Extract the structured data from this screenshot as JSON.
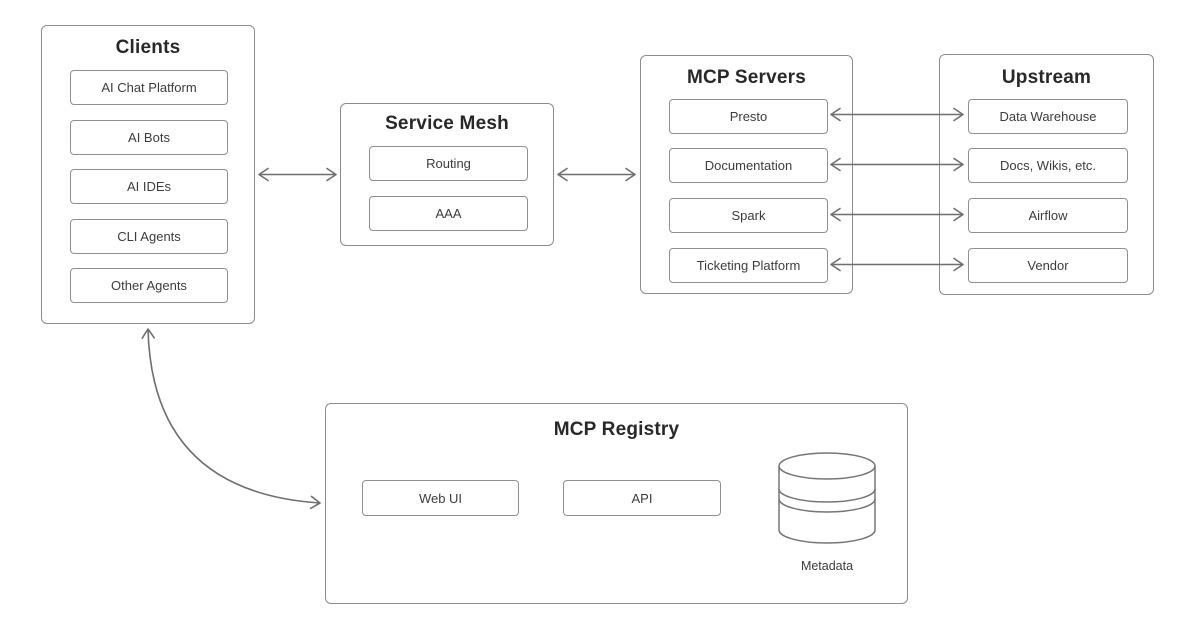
{
  "canvas": {
    "background": "#ffffff",
    "box_border_color": "#8c8c8c",
    "arrow_color": "#6f6f6f",
    "title_color": "#282828",
    "label_color": "#3c3c3c"
  },
  "groups": {
    "clients": {
      "title": "Clients",
      "items": [
        "AI Chat Platform",
        "AI Bots",
        "AI IDEs",
        "CLI Agents",
        "Other Agents"
      ]
    },
    "service_mesh": {
      "title": "Service Mesh",
      "items": [
        "Routing",
        "AAA"
      ]
    },
    "mcp_servers": {
      "title": "MCP Servers",
      "items": [
        "Presto",
        "Documentation",
        "Spark",
        "Ticketing Platform"
      ]
    },
    "upstream": {
      "title": "Upstream",
      "items": [
        "Data Warehouse",
        "Docs, Wikis, etc.",
        "Airflow",
        "Vendor"
      ]
    },
    "mcp_registry": {
      "title": "MCP Registry",
      "items": [
        "Web UI",
        "API"
      ],
      "datastore_label": "Metadata"
    }
  },
  "connections": [
    {
      "from": "Clients",
      "to": "Service Mesh",
      "style": "straight",
      "bidirectional": true
    },
    {
      "from": "Service Mesh",
      "to": "MCP Servers",
      "style": "straight",
      "bidirectional": true
    },
    {
      "from": "Presto",
      "to": "Data Warehouse",
      "style": "straight",
      "bidirectional": true
    },
    {
      "from": "Documentation",
      "to": "Docs, Wikis, etc.",
      "style": "straight",
      "bidirectional": true
    },
    {
      "from": "Spark",
      "to": "Airflow",
      "style": "straight",
      "bidirectional": true
    },
    {
      "from": "Ticketing Platform",
      "to": "Vendor",
      "style": "straight",
      "bidirectional": true
    },
    {
      "from": "Clients",
      "to": "MCP Registry",
      "style": "curved",
      "bidirectional": true
    }
  ]
}
